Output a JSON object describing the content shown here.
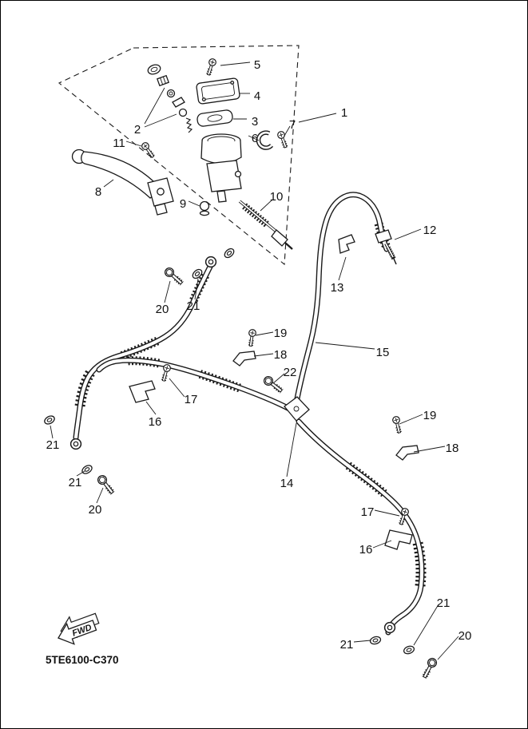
{
  "code": "5TE6100-C370",
  "fwd": "FWD",
  "colors": {
    "line": "#1a1a1a",
    "background": "#ffffff"
  },
  "labels": [
    "5",
    "4",
    "1",
    "3",
    "2",
    "7",
    "6",
    "11",
    "8",
    "9",
    "10",
    "12",
    "13",
    "20",
    "21",
    "19",
    "18",
    "15",
    "22",
    "17",
    "16",
    "21",
    "19",
    "18",
    "21",
    "14",
    "20",
    "17",
    "16",
    "21",
    "20",
    "21"
  ]
}
